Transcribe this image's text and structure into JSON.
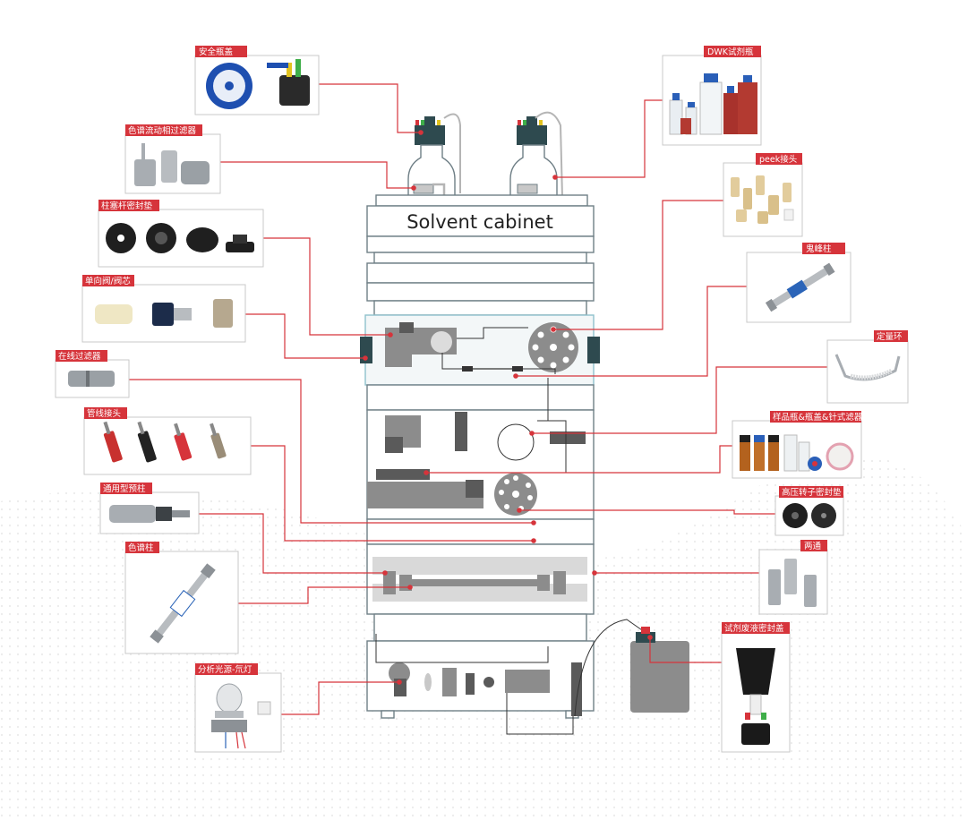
{
  "diagram": {
    "title": "Solvent cabinet",
    "labels": {
      "safety_cap": "安全瓶盖",
      "solvent_filter": "色谱流动相过滤器",
      "plunger_seal": "柱塞杆密封垫",
      "check_valve": "单向阀/阀芯",
      "inline_filter": "在线过滤器",
      "tubing_fitting": "管线接头",
      "guard_column": "通用型预柱",
      "column": "色谱柱",
      "lamp": "分析光源-氘灯",
      "dwk_bottle": "DWK试剂瓶",
      "peek_fitting": "peek接头",
      "ghost_column": "鬼峰柱",
      "sample_loop": "定量环",
      "vials": "样品瓶&瓶盖&针式滤器",
      "rotor_seal": "高压转子密封垫",
      "union": "两通",
      "waste_cap": "试剂废液密封盖"
    },
    "colors": {
      "accent": "#d6343b",
      "frame": "#6f7f86",
      "module_dark": "#2e4a4f"
    }
  }
}
